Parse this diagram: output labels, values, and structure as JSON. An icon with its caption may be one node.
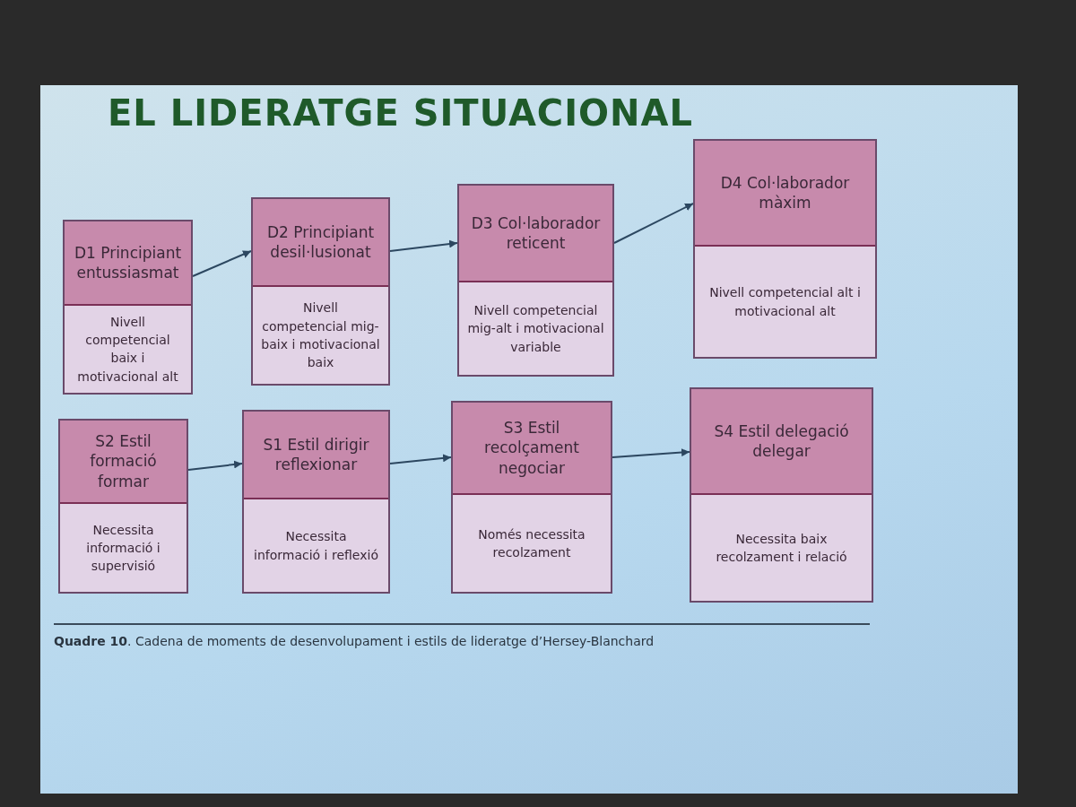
{
  "diagram": {
    "title": "EL LIDERATGE SITUACIONAL",
    "caption": "**Quadre 10**. Cadena de moments de desenvolupament i estils de lideratge d’Hersey-Blanchard",
    "nodes": [
      {
        "text": [
          "D1 Principiant entussiasmat",
          "Nivell competencial baix i motivacional alt"
        ]
      },
      {
        "text": [
          "D2 Principiant desil·lusionat",
          "Nivell competencial mig-baix i motivacional baix"
        ]
      },
      {
        "text": [
          "D3 Col·laborador reticent",
          "Nivell competencial mig-alt i motivacional variable"
        ]
      },
      {
        "text": [
          "D4 Col·laborador màxim",
          "Nivell competencial alt i motivacional alt"
        ]
      },
      {
        "text": [
          "S2 Estil formació formar",
          "Necessita informació i supervisió"
        ]
      },
      {
        "text": [
          "S1 Estil dirigir reflexionar",
          "Necessita informació i reflexió"
        ]
      },
      {
        "text": [
          "S3 Estil recolçament negociar",
          "Només necessita recolzament"
        ]
      },
      {
        "text": [
          "S4 Estil delegació delegar",
          "Necessita baix recolzament i relació"
        ]
      }
    ],
    "edges": [
      {
        "from": 0,
        "to": 1,
        "arrow": "to"
      },
      {
        "from": 1,
        "to": 2,
        "arrow": "to"
      },
      {
        "from": 2,
        "to": 3,
        "arrow": "to"
      },
      {
        "from": 4,
        "to": 5,
        "arrow": "to"
      },
      {
        "from": 5,
        "to": 6,
        "arrow": "to"
      },
      {
        "from": 6,
        "to": 7,
        "arrow": "to"
      }
    ]
  }
}
